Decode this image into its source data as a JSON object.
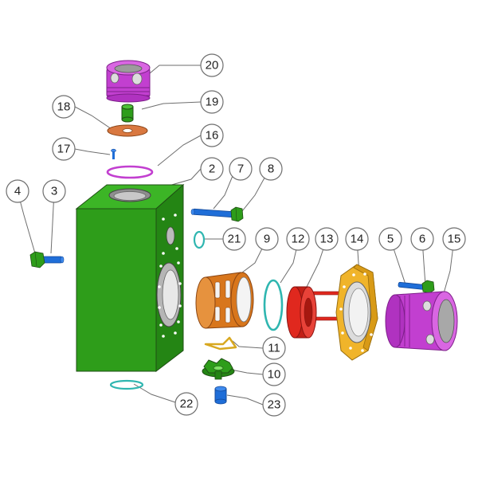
{
  "colors": {
    "body_green": "#2e9d1a",
    "body_green_dark": "#1d6e10",
    "magenta": "#c23fd0",
    "orange": "#d8761c",
    "red": "#e0281e",
    "gold": "#f0b42a",
    "blue": "#1f6ed8",
    "teal": "#2fb6b0",
    "copper": "#d97840",
    "callout_stroke": "#6e6e6e"
  },
  "callouts": {
    "c2": "2",
    "c3": "3",
    "c4": "4",
    "c5": "5",
    "c6": "6",
    "c7": "7",
    "c8": "8",
    "c9": "9",
    "c10": "10",
    "c11": "11",
    "c12": "12",
    "c13": "13",
    "c14": "14",
    "c15": "15",
    "c16": "16",
    "c17": "17",
    "c18": "18",
    "c19": "19",
    "c20": "20",
    "c21": "21",
    "c22": "22",
    "c23": "23"
  }
}
